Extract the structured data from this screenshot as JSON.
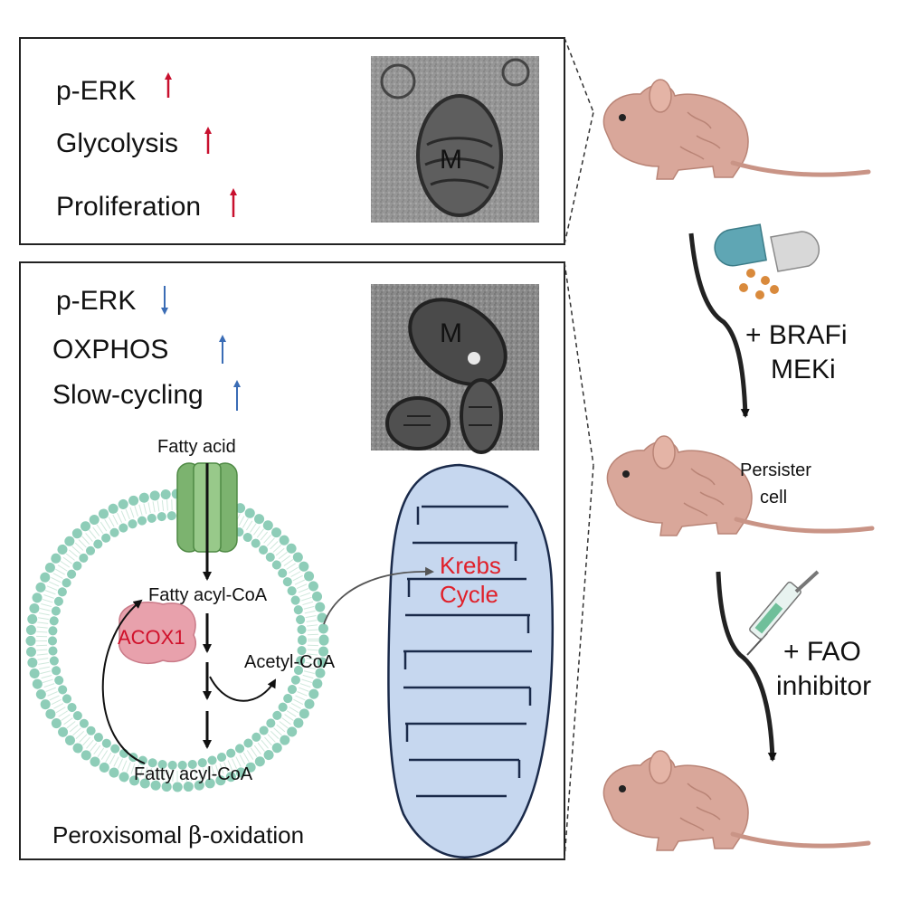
{
  "top_panel": {
    "markers": [
      {
        "label": "p-ERK",
        "arrow": "up",
        "arrow_color": "#c8102e"
      },
      {
        "label": "Glycolysis",
        "arrow": "up",
        "arrow_color": "#c8102e"
      },
      {
        "label": "Proliferation",
        "arrow": "up",
        "arrow_color": "#c8102e"
      }
    ],
    "micrograph_label": "M"
  },
  "bottom_panel": {
    "markers": [
      {
        "label": "p-ERK",
        "arrow": "down",
        "arrow_color": "#3a6cb5"
      },
      {
        "label": "OXPHOS",
        "arrow": "up",
        "arrow_color": "#3a6cb5"
      },
      {
        "label": "Slow-cycling",
        "arrow": "up",
        "arrow_color": "#3a6cb5"
      }
    ],
    "micrograph_label": "M",
    "pathway": {
      "fatty_acid": "Fatty acid",
      "fatty_acyl_coa_top": "Fatty acyl-CoA",
      "enzyme": "ACOX1",
      "acetyl_coa": "Acetyl-CoA",
      "fatty_acyl_coa_bottom": "Fatty acyl-CoA",
      "krebs_line1": "Krebs",
      "krebs_line2": "Cycle",
      "caption_prefix": "Peroxisomal ",
      "caption_symbol": "β",
      "caption_suffix": "-oxidation"
    }
  },
  "treatment": {
    "step1_line1": "+ BRAFi",
    "step1_line2": "MEKi",
    "persister_line1": "Persister",
    "persister_line2": "cell",
    "step2_line1": "+ FAO",
    "step2_line2": "inhibitor"
  },
  "colors": {
    "up_red": "#c8102e",
    "arrow_blue": "#3a6cb5",
    "krebs_red": "#e0202a",
    "acox1_red": "#d0102a",
    "mouse_skin": "#d9a79a",
    "membrane": "#8ecdb8",
    "channel_green": "#7cb36f",
    "mito_blue": "#c6d7ef"
  }
}
